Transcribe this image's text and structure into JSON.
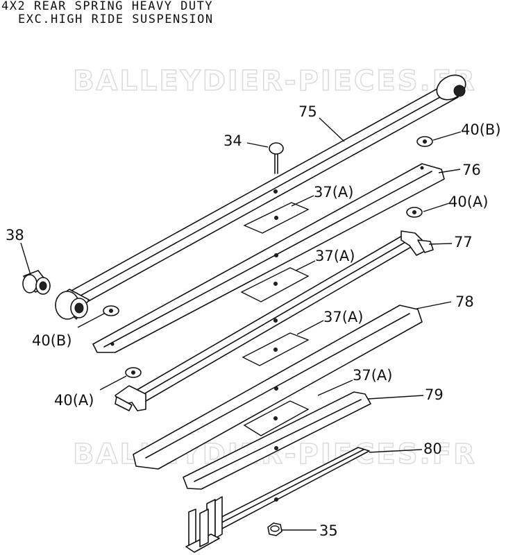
{
  "title": {
    "line1": "4X2 REAR SPRING HEAVY DUTY",
    "line2": "EXC.HIGH RIDE SUSPENSION"
  },
  "watermark": "BALLEYDIER-PIECES.FR",
  "labels": {
    "p75": "75",
    "p34": "34",
    "p40b_top": "40(B)",
    "p76": "76",
    "p37a_1": "37(A)",
    "p40a_top": "40(A)",
    "p38": "38",
    "p77": "77",
    "p37a_2": "37(A)",
    "p40b_left": "40(B)",
    "p78": "78",
    "p37a_3": "37(A)",
    "p40a_left": "40(A)",
    "p37a_4": "37(A)",
    "p79": "79",
    "p80": "80",
    "p35": "35"
  }
}
